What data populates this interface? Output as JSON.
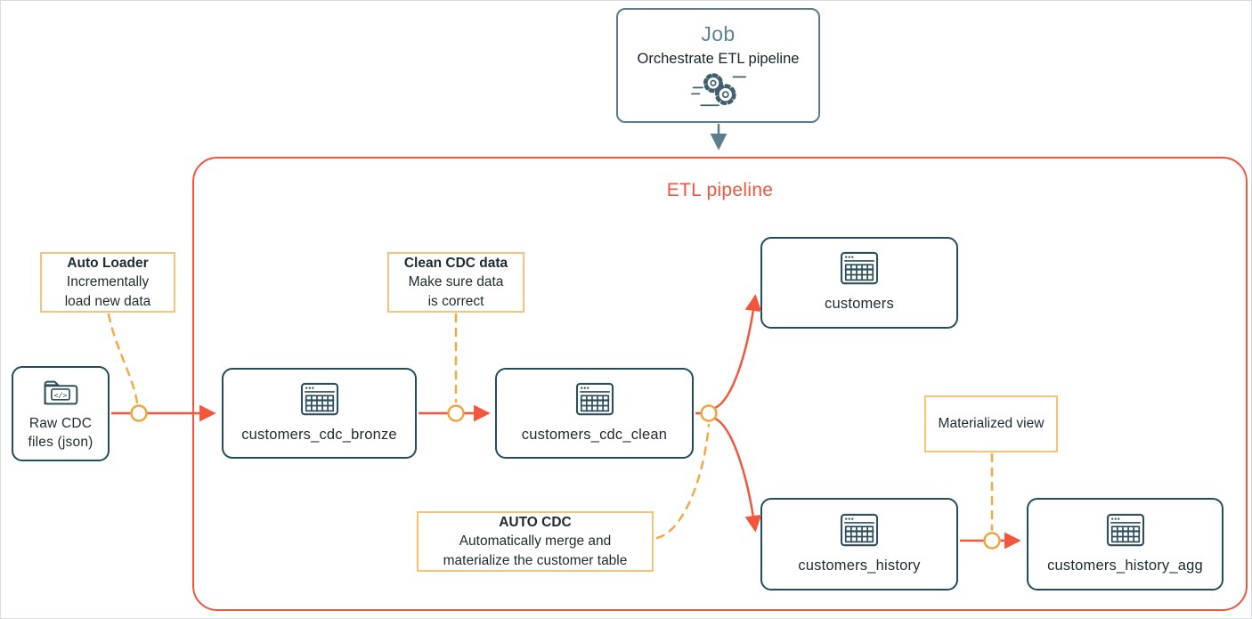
{
  "colors": {
    "accent_red": "#f4563d",
    "node_border_teal": "#204e5d",
    "gold": "#f2a43e",
    "gold_light": "#f5c478",
    "slate": "#597d8c",
    "job_title": "#5e8494",
    "ink": "#1c2b33"
  },
  "job": {
    "title": "Job",
    "subtitle": "Orchestrate ETL pipeline",
    "icon": "gears-icon"
  },
  "pipeline": {
    "label": "ETL pipeline"
  },
  "source": {
    "label_line1": "Raw CDC",
    "label_line2": "files (json)",
    "icon": "code-folder-icon"
  },
  "nodes": [
    {
      "id": "customers_cdc_bronze",
      "label": "customers_cdc_bronze",
      "icon": "table-icon"
    },
    {
      "id": "customers_cdc_clean",
      "label": "customers_cdc_clean",
      "icon": "table-icon"
    },
    {
      "id": "customers",
      "label": "customers",
      "icon": "table-icon"
    },
    {
      "id": "customers_history",
      "label": "customers_history",
      "icon": "table-icon"
    },
    {
      "id": "customers_history_agg",
      "label": "customers_history_agg",
      "icon": "table-icon"
    }
  ],
  "annotations": [
    {
      "id": "auto-loader",
      "title": "Auto Loader",
      "line1": "Incrementally",
      "line2": "load new data"
    },
    {
      "id": "clean-cdc-data",
      "title": "Clean CDC data",
      "line1": "Make sure data",
      "line2": "is correct"
    },
    {
      "id": "auto-cdc",
      "title": "AUTO CDC",
      "line1": "Automatically merge and",
      "line2": "materialize the customer table"
    },
    {
      "id": "materialized-view",
      "title": "",
      "line1": "Materialized view",
      "line2": ""
    }
  ]
}
